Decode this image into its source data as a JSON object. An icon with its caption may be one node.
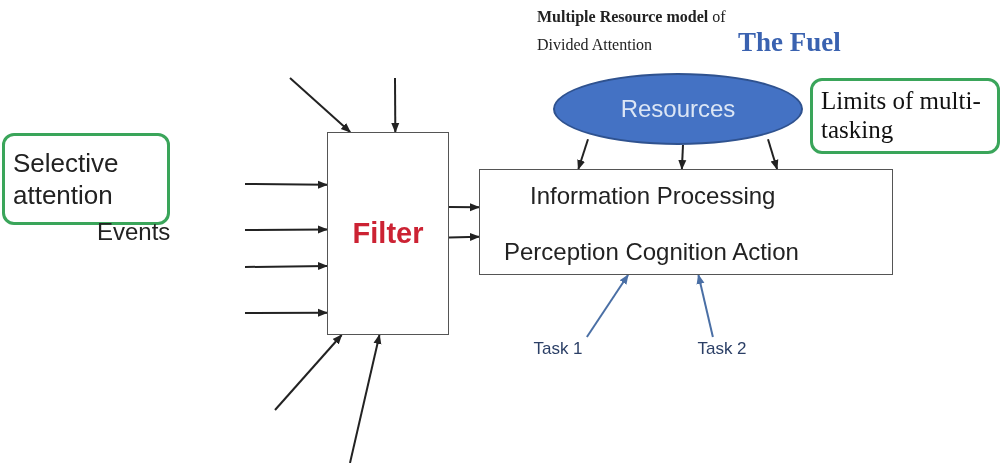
{
  "diagram": {
    "title": "**Multiple Resource model** of Divided Attention",
    "nodes": [
      {
        "text": [
          "Selective attention"
        ]
      },
      {
        "text": [
          "Filter"
        ]
      },
      {
        "text": [
          "Information Processing",
          "Perception Cognition Action"
        ]
      },
      {
        "text": [
          "Resources"
        ]
      },
      {
        "text": [
          "Limits of multi-tasking"
        ]
      },
      {
        "text": [
          "Task 1"
        ]
      },
      {
        "text": [
          "Task 2"
        ]
      }
    ],
    "edges": [
      {
        "from": null,
        "to": 1,
        "arrow": "to"
      },
      {
        "from": null,
        "to": 1,
        "arrow": "to"
      },
      {
        "from": null,
        "to": 1,
        "arrow": "to"
      },
      {
        "from": null,
        "to": 1,
        "arrow": "to"
      },
      {
        "from": null,
        "to": 1,
        "arrow": "to"
      },
      {
        "from": null,
        "to": 1,
        "arrow": "to"
      },
      {
        "from": null,
        "to": 1,
        "arrow": "to"
      },
      {
        "from": null,
        "to": 1,
        "arrow": "to"
      },
      {
        "from": 1,
        "to": 2,
        "arrow": "to"
      },
      {
        "from": 1,
        "to": 2,
        "arrow": "to"
      },
      {
        "from": 3,
        "to": 2,
        "arrow": "to"
      },
      {
        "from": 3,
        "to": 2,
        "arrow": "to"
      },
      {
        "from": 3,
        "to": 2,
        "arrow": "to"
      },
      {
        "from": 5,
        "to": 2,
        "arrow": "to",
        "color": "#4a6fa5"
      },
      {
        "from": 6,
        "to": 2,
        "arrow": "to",
        "color": "#4a6fa5"
      }
    ],
    "labels": [
      "The Fuel",
      "Events"
    ]
  }
}
